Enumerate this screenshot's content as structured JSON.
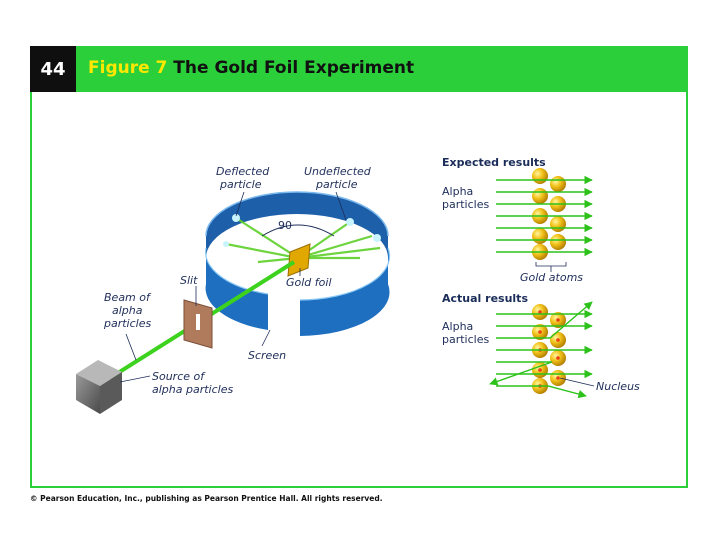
{
  "header": {
    "number": "44",
    "figure_label": "Figure 7",
    "title": "The Gold Foil Experiment"
  },
  "labels": {
    "deflected_line1": "Deflected",
    "deflected_line2": "particle",
    "undeflected_line1": "Undeflected",
    "undeflected_line2": "particle",
    "angle": "90",
    "slit": "Slit",
    "gold_foil": "Gold foil",
    "beam_line1": "Beam of",
    "beam_line2": "alpha",
    "beam_line3": "particles",
    "screen": "Screen",
    "source_line1": "Source of",
    "source_line2": "alpha particles"
  },
  "expected": {
    "title": "Expected results",
    "alpha_line1": "Alpha",
    "alpha_line2": "particles",
    "gold_atoms": "Gold atoms"
  },
  "actual": {
    "title": "Actual results",
    "alpha_line1": "Alpha",
    "alpha_line2": "particles",
    "nucleus": "Nucleus"
  },
  "footer": {
    "copyright": "© Pearson Education, Inc., publishing as Pearson Prentice Hall. All rights reserved."
  },
  "colors": {
    "header_green": "#2bcf3a",
    "figure_yellow": "#ffe800",
    "screen_blue": "#1f6fc0",
    "beam_green": "#3cd21e",
    "gold": "#e8b400",
    "nucleus_red": "#e8401a"
  }
}
